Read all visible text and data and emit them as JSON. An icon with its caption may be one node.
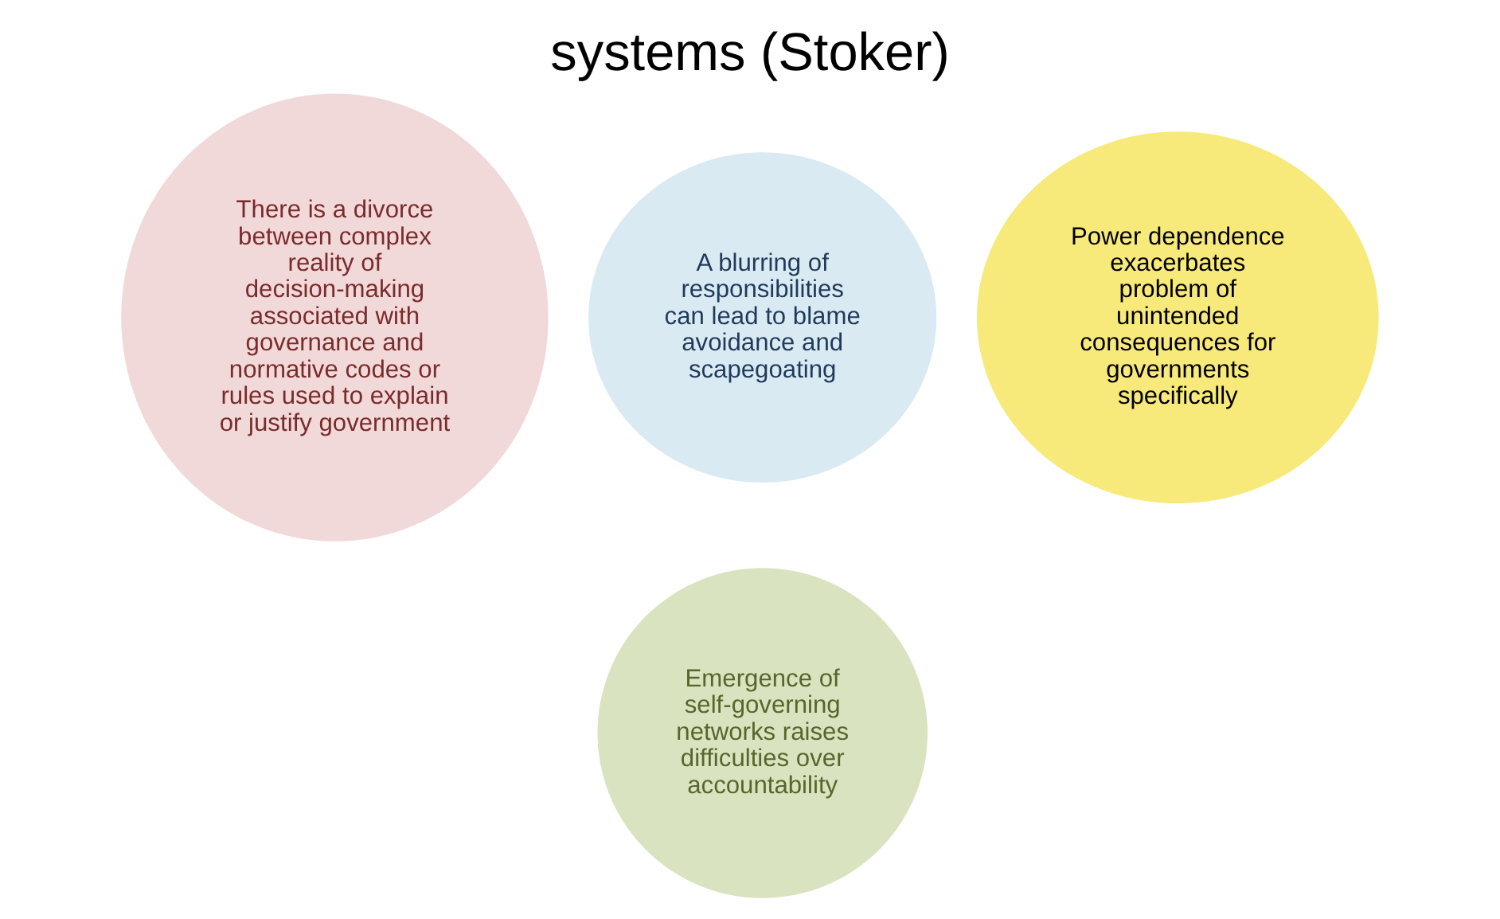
{
  "diagram": {
    "title": "systems (Stoker)",
    "nodes": [
      {
        "text": [
          "There is a divorce between complex reality of decision-making associated with governance and normative codes or rules used to explain or justify government"
        ]
      },
      {
        "text": [
          "A blurring of responsibilities can lead to blame avoidance and scapegoating"
        ]
      },
      {
        "text": [
          "Power dependence exacerbates problem of unintended consequences for governments specifically"
        ]
      },
      {
        "text": [
          "Emergence of self-governing networks raises difficulties over accountability"
        ]
      }
    ],
    "edges": []
  }
}
